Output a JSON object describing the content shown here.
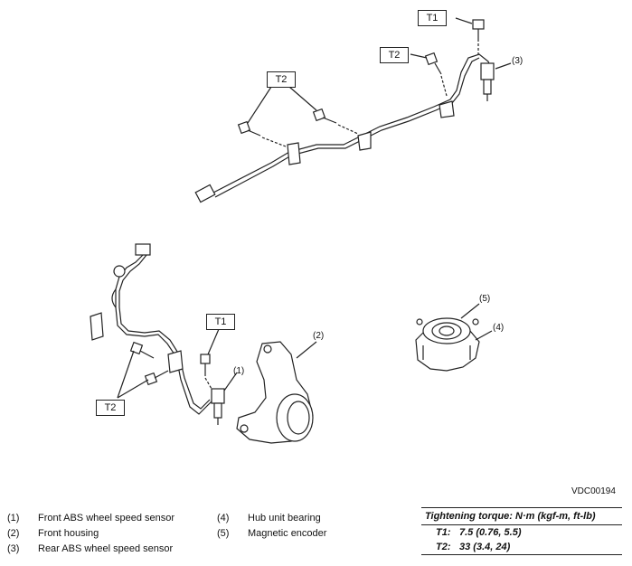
{
  "figure_code": "VDC00194",
  "tags": {
    "top_t1": "T1",
    "top_t2_right": "T2",
    "top_t2_left": "T2",
    "bottom_t1": "T1",
    "bottom_t2": "T2"
  },
  "callouts": {
    "c1": "(1)",
    "c2": "(2)",
    "c3": "(3)",
    "c4": "(4)",
    "c5": "(5)"
  },
  "legend": [
    {
      "num": "(1)",
      "label": "Front ABS wheel speed sensor"
    },
    {
      "num": "(2)",
      "label": "Front housing"
    },
    {
      "num": "(3)",
      "label": "Rear ABS wheel speed sensor"
    },
    {
      "num": "(4)",
      "label": "Hub unit bearing"
    },
    {
      "num": "(5)",
      "label": "Magnetic encoder"
    }
  ],
  "torque": {
    "header": "Tightening torque: N·m (kgf-m, ft-lb)",
    "rows": [
      {
        "key": "T1:",
        "value": "7.5 (0.76, 5.5)"
      },
      {
        "key": "T2:",
        "value": "33 (3.4, 24)"
      }
    ]
  }
}
